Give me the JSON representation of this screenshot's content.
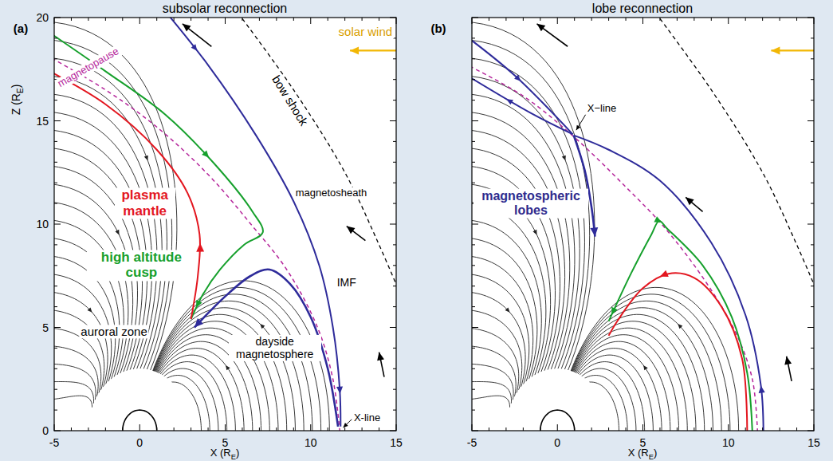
{
  "diagram": {
    "labels": [
      "subsolar reconnection",
      "(a)",
      "bow shock",
      "solar wind",
      "magnetopause",
      "magnetosheath",
      "plasma mantle",
      "high altitude cusp",
      "IMF",
      "auroral zone",
      "dayside magnetosphere",
      "X-line",
      "20",
      "15",
      "10",
      "5",
      "0",
      "-5",
      "0",
      "5",
      "10",
      "15",
      "Z (R",
      "E",
      ")",
      "X (R",
      "E",
      ")",
      "lobe reconnection",
      "(b)",
      "X−line",
      "magnetospheric lobes",
      "-5",
      "0",
      "5",
      "10",
      "15",
      "X (R",
      "E",
      ")"
    ]
  }
}
